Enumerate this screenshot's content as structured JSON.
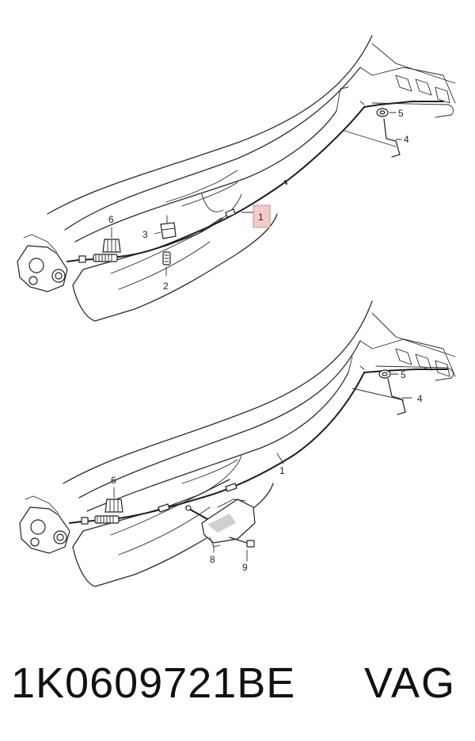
{
  "diagram": {
    "top_callouts": [
      "1",
      "2",
      "3",
      "4",
      "5",
      "6"
    ],
    "bottom_callouts": [
      "1",
      "4",
      "5",
      "6",
      "8",
      "9"
    ],
    "highlighted_callout": "1"
  },
  "caption": {
    "part_number": "1K0609721BE",
    "brand": "VAG"
  },
  "colors": {
    "highlight_fill": "#f4caca",
    "highlight_border": "#d88a8a",
    "line": "#222222"
  }
}
